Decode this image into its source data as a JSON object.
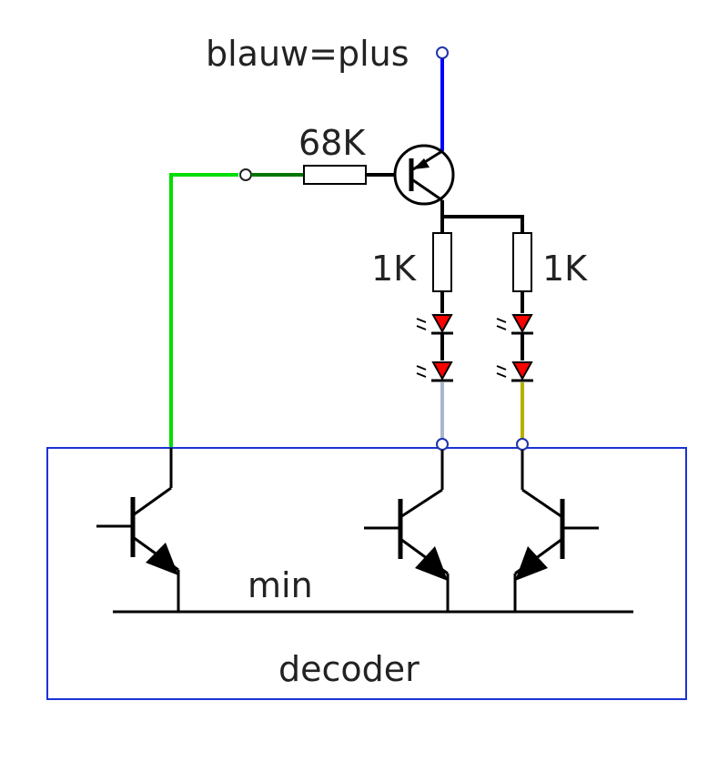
{
  "labels": {
    "supply": "blauw=plus",
    "base_resistor": "68K",
    "resistor_left": "1K",
    "resistor_right": "1K",
    "ground": "min",
    "box": "decoder"
  },
  "colors": {
    "supply_wire": "#0000ff",
    "control_wire": "#00dd00",
    "control_wire_dark": "#007700",
    "led_left_wire": "#a9b5d2",
    "led_right_wire": "#b5b000",
    "decoder_box": "#1a33d4",
    "led_fill": "#ff0000",
    "ink": "#000000",
    "terminal": "#ffffff"
  }
}
